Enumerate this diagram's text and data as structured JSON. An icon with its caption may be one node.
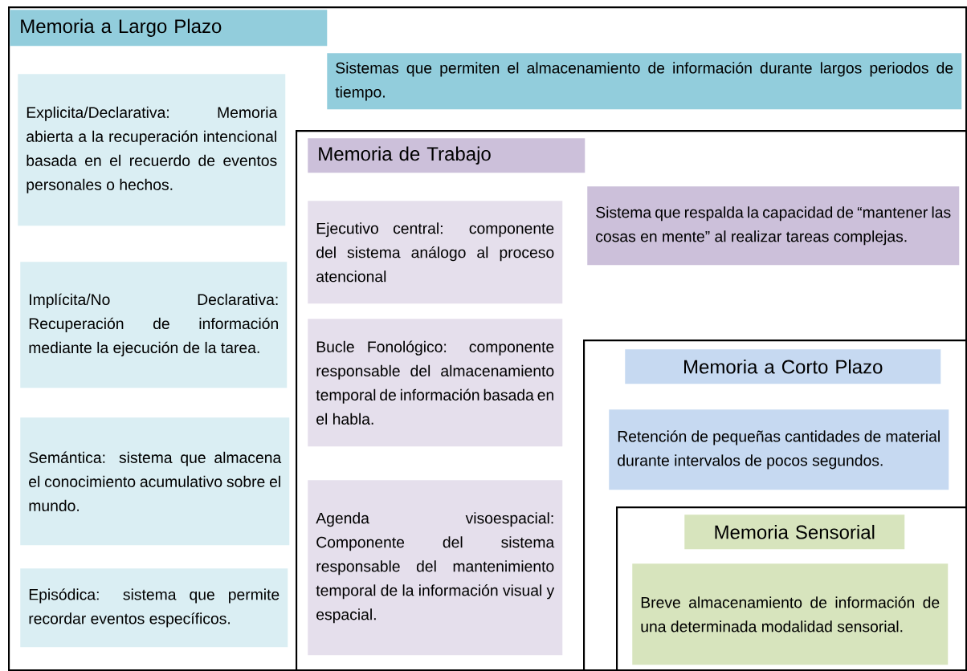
{
  "diagram": {
    "nodes": [
      {
        "text": [],
        "shape": "box"
      },
      {
        "text": [
          "Memoria a Largo Plazo"
        ],
        "in": 0
      },
      {
        "text": [
          "Sistemas que permiten el almacenamiento de información durante largos periodos de tiempo."
        ],
        "in": 0
      },
      {
        "text": [
          "Explicita/Declarativa: Memoria abierta a la recuperación intencional basada en el recuerdo de eventos personales o hechos."
        ],
        "in": 0
      },
      {
        "text": [
          "Implícita/No Declarativa: Recuperación de información mediante la ejecución de la tarea."
        ],
        "in": 0
      },
      {
        "text": [
          "Semántica: sistema que almacena el conocimiento acumulativo sobre el mundo."
        ],
        "in": 0
      },
      {
        "text": [
          "Episódica: sistema que permite recordar eventos específicos."
        ],
        "in": 0
      },
      {
        "text": [],
        "shape": "box",
        "in": 0
      },
      {
        "text": [
          "Memoria de Trabajo"
        ],
        "in": 7
      },
      {
        "text": [
          "Sistema que respalda la capacidad de “mantener las cosas en mente” al realizar tareas complejas."
        ],
        "in": 7
      },
      {
        "text": [
          "Ejecutivo central: componente del sistema análogo al proceso atencional"
        ],
        "in": 7
      },
      {
        "text": [
          "Bucle Fonológico: componente responsable del almacenamiento temporal de información basada en el habla."
        ],
        "in": 7
      },
      {
        "text": [
          "Agenda visoespacial: Componente del sistema responsable del mantenimiento temporal de la información visual y espacial."
        ],
        "in": 7
      },
      {
        "text": [],
        "shape": "box",
        "in": 7
      },
      {
        "text": [
          "Memoria a Corto Plazo"
        ],
        "in": 13
      },
      {
        "text": [
          "Retención de pequeñas cantidades de material durante intervalos de pocos segundos."
        ],
        "in": 13
      },
      {
        "text": [],
        "shape": "box",
        "in": 13
      },
      {
        "text": [
          "Memoria Sensorial"
        ],
        "in": 16
      },
      {
        "text": [
          "Breve almacenamiento de información de una determinada modalidad sensorial."
        ],
        "in": 16
      }
    ]
  }
}
